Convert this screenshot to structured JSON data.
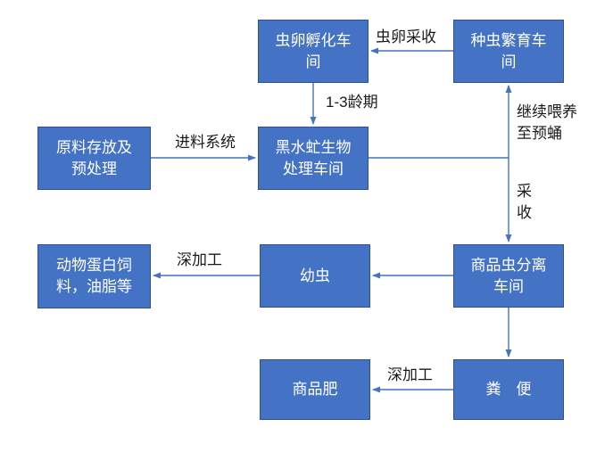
{
  "diagram": {
    "colors": {
      "node_fill": "#4472C4",
      "node_border": "#2F528F",
      "node_text": "#ffffff",
      "connector": "#4472C4",
      "label_text": "#1a1a1a",
      "background": "#ffffff"
    },
    "nodes": {
      "egg_hatch": "虫卵孵化车间",
      "breeding": "种虫繁育车间",
      "raw_material": "原料存放及预处理",
      "bsf_treatment": "黑水虻生物处理车间",
      "animal_feed": "动物蛋白饲料，油脂等",
      "larvae": "幼虫",
      "separation": "商品虫分离车间",
      "fertilizer": "商品肥",
      "feces": "粪　便"
    },
    "edges": {
      "egg_collection": "虫卵采收",
      "instar_1_3": "1-3龄期",
      "feeding_system": "进料系统",
      "continue_feeding": "继续喂养至预蛹",
      "harvest": "采收",
      "deep_processing_left": "深加工",
      "deep_processing_bottom": "深加工"
    }
  }
}
